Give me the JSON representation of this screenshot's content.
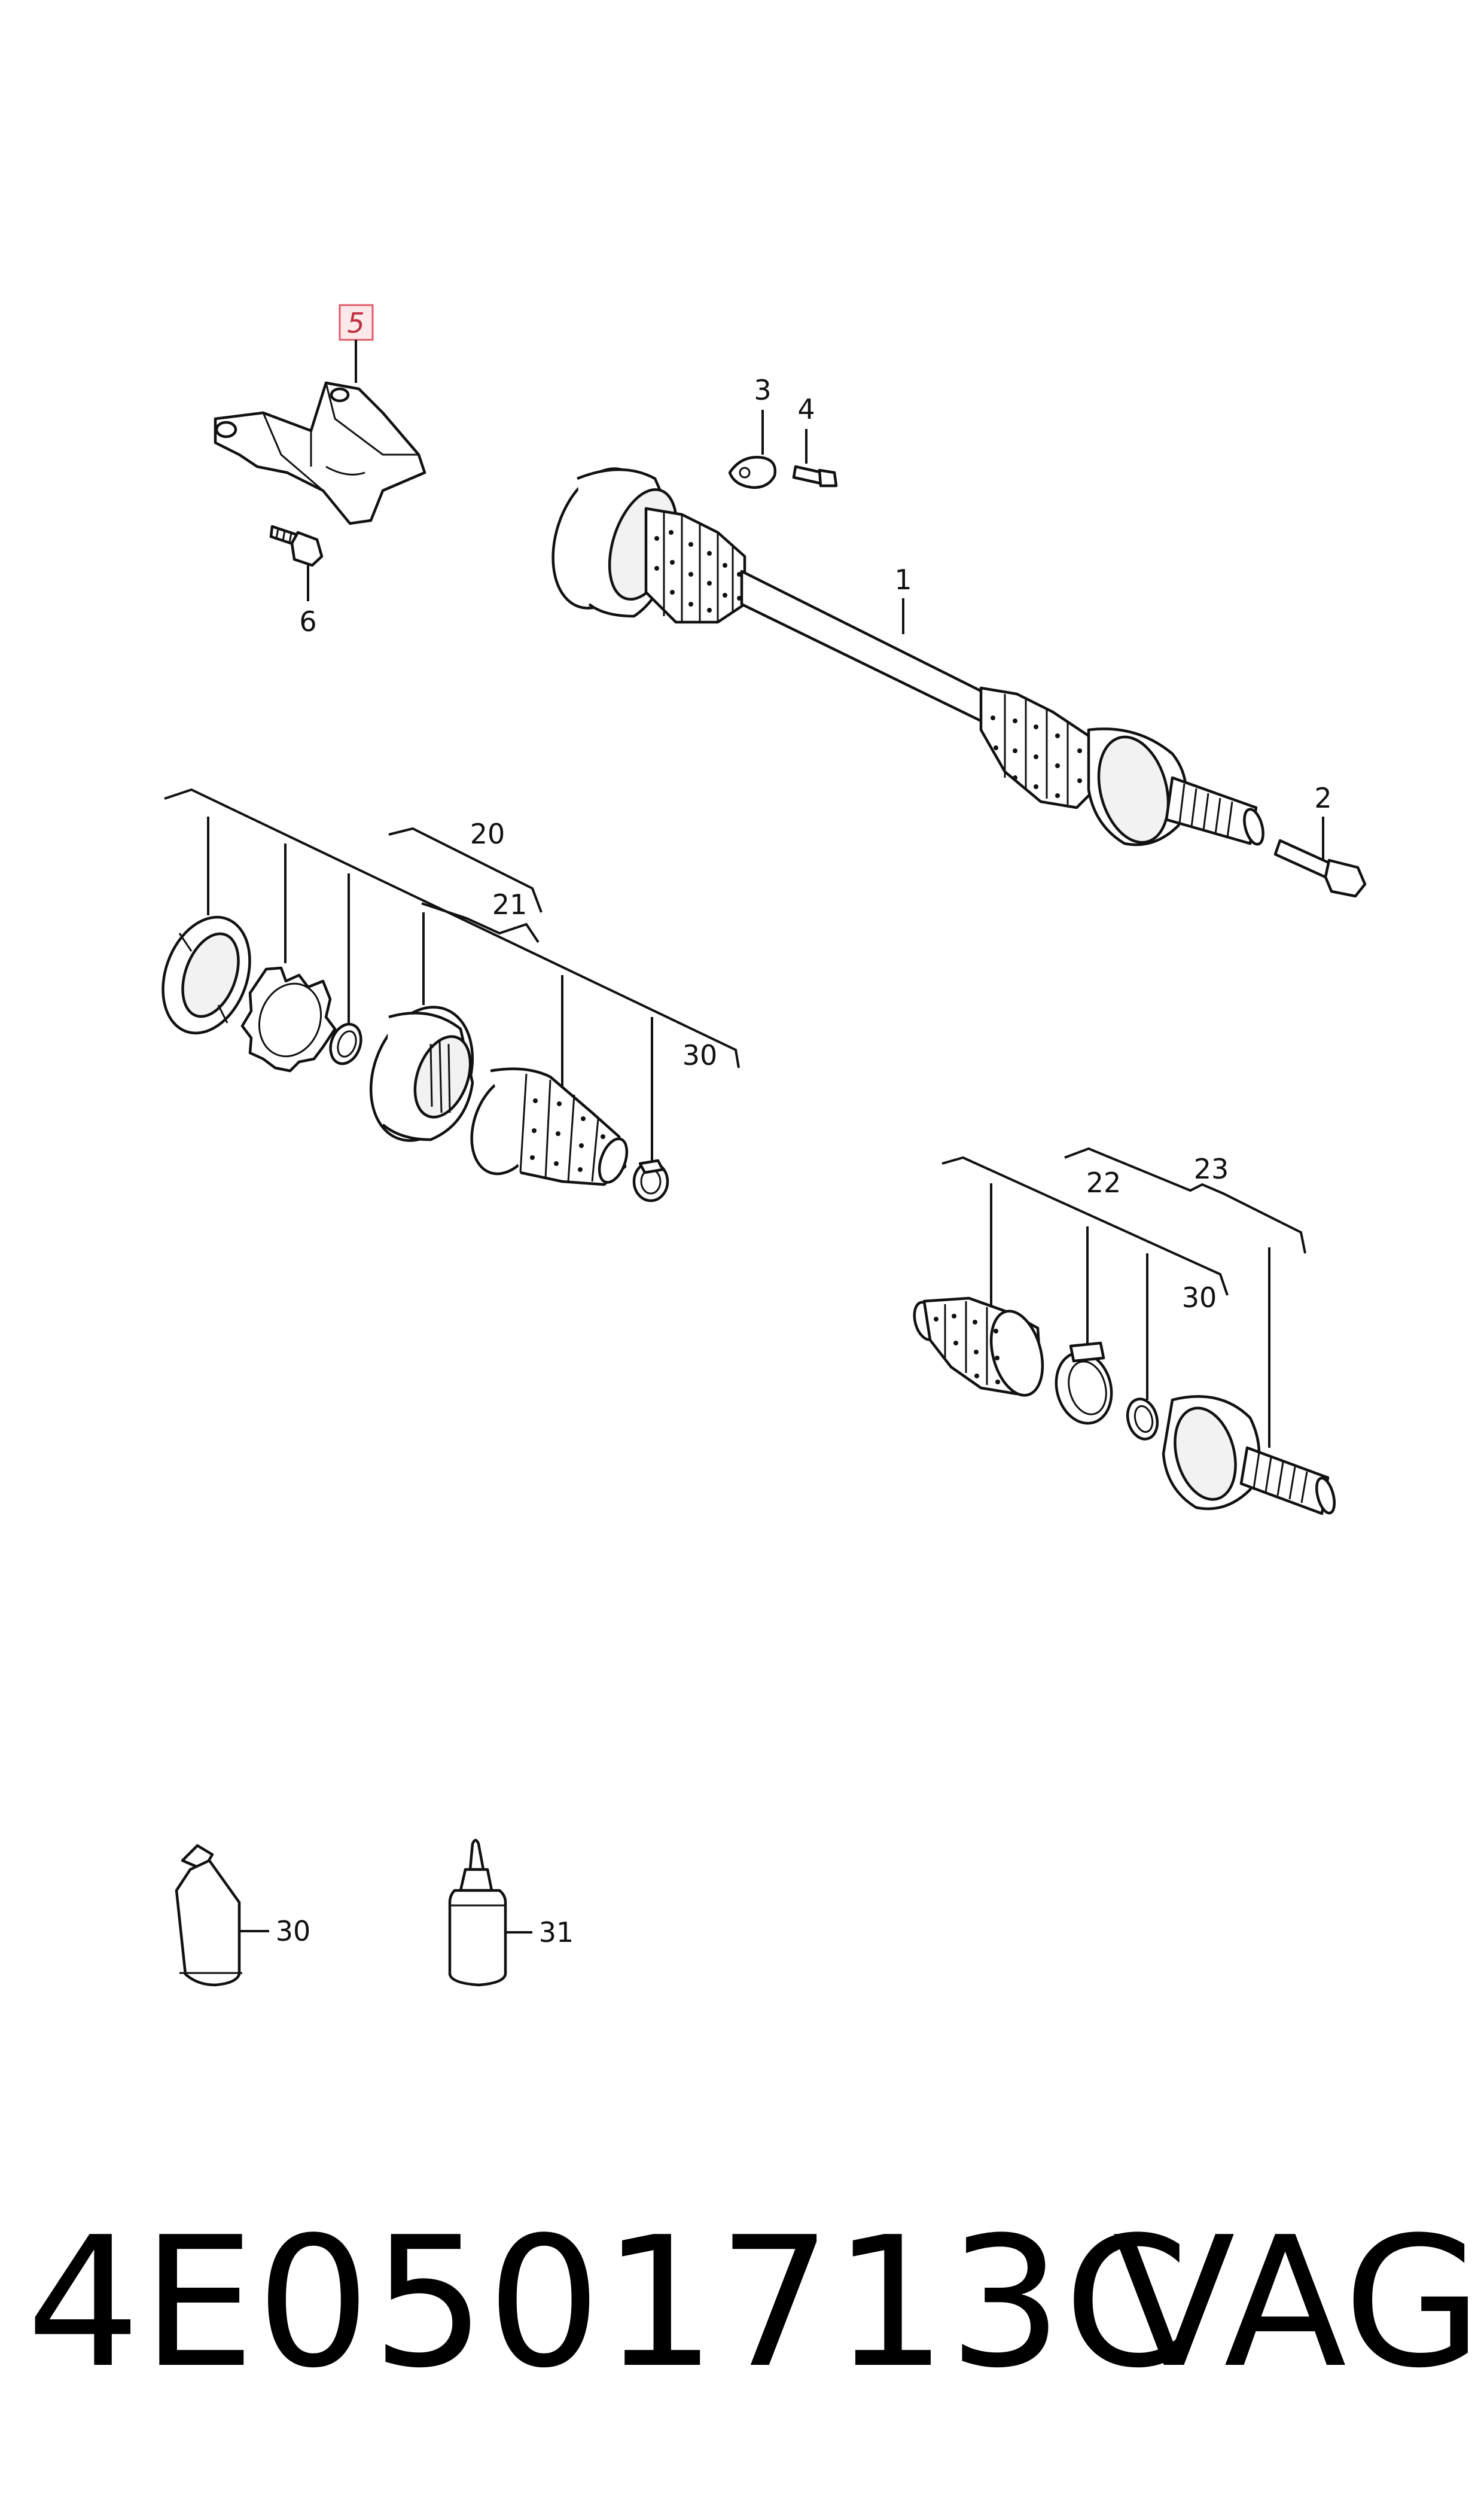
{
  "diagram": {
    "callouts": {
      "c1": "1",
      "c2": "2",
      "c3": "3",
      "c4": "4",
      "c5": "5",
      "c6": "6",
      "c20": "20",
      "c21": "21",
      "c22": "22",
      "c23": "23",
      "c30a": "30",
      "c30b": "30",
      "c30c": "30",
      "c31": "31"
    },
    "highlight_color": "#e05a6a"
  },
  "footer": {
    "part_number": "4E0501713C",
    "brand": "VAG"
  }
}
